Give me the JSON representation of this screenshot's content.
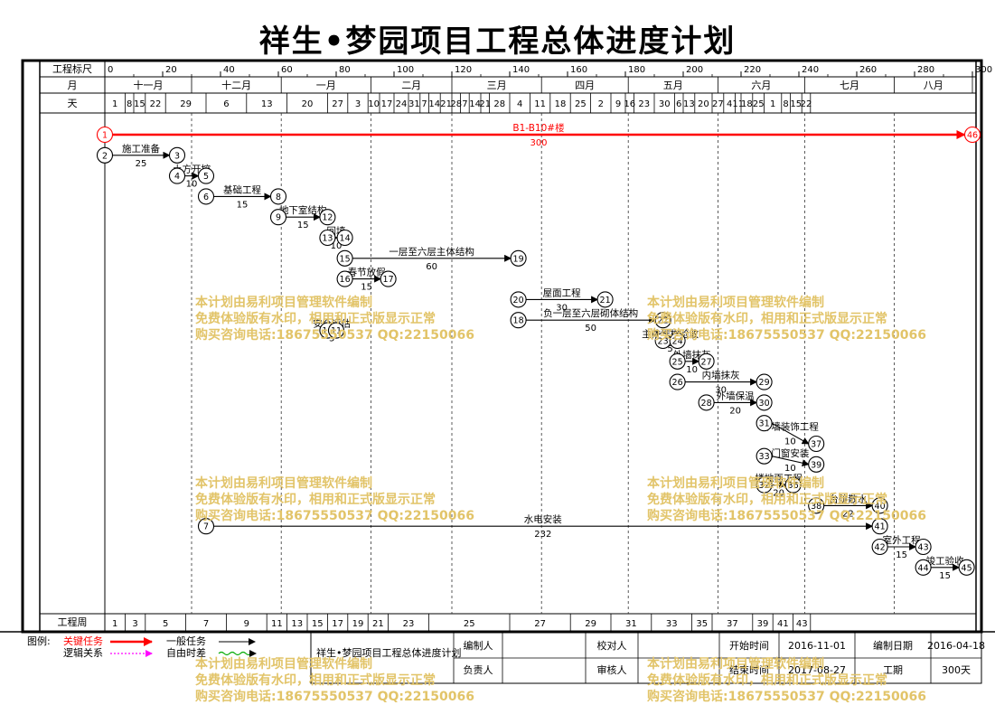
{
  "title": "祥生•梦园项目工程总体进度计划",
  "header": {
    "scale_label": "工程标尺",
    "month_label": "月",
    "day_label": "天",
    "week_label": "工程周",
    "scale_ticks": [
      {
        "d": 0,
        "t": "0"
      },
      {
        "d": 20,
        "t": "20"
      },
      {
        "d": 40,
        "t": "40"
      },
      {
        "d": 60,
        "t": "60"
      },
      {
        "d": 80,
        "t": "80"
      },
      {
        "d": 100,
        "t": "100"
      },
      {
        "d": 120,
        "t": "120"
      },
      {
        "d": 140,
        "t": "140"
      },
      {
        "d": 160,
        "t": "160"
      },
      {
        "d": 180,
        "t": "180"
      },
      {
        "d": 200,
        "t": "200"
      },
      {
        "d": 220,
        "t": "220"
      },
      {
        "d": 240,
        "t": "240"
      },
      {
        "d": 260,
        "t": "260"
      },
      {
        "d": 280,
        "t": "280"
      },
      {
        "d": 300,
        "t": "300"
      }
    ],
    "months": [
      {
        "label": "十一月",
        "start": 0,
        "end": 30
      },
      {
        "label": "十二月",
        "start": 30,
        "end": 61
      },
      {
        "label": "一月",
        "start": 61,
        "end": 92
      },
      {
        "label": "二月",
        "start": 92,
        "end": 120
      },
      {
        "label": "三月",
        "start": 120,
        "end": 151
      },
      {
        "label": "四月",
        "start": 151,
        "end": 181
      },
      {
        "label": "五月",
        "start": 181,
        "end": 212
      },
      {
        "label": "六月",
        "start": 212,
        "end": 242
      },
      {
        "label": "七月",
        "start": 242,
        "end": 273
      },
      {
        "label": "八月",
        "start": 273,
        "end": 300
      }
    ],
    "days": [
      {
        "label": "1",
        "start": 0,
        "end": 7
      },
      {
        "label": "8",
        "start": 7,
        "end": 10
      },
      {
        "label": "15",
        "start": 10,
        "end": 14
      },
      {
        "label": "22",
        "start": 14,
        "end": 21
      },
      {
        "label": "29",
        "start": 21,
        "end": 35
      },
      {
        "label": "6",
        "start": 35,
        "end": 49
      },
      {
        "label": "13",
        "start": 49,
        "end": 63
      },
      {
        "label": "20",
        "start": 63,
        "end": 77
      },
      {
        "label": "27",
        "start": 77,
        "end": 84
      },
      {
        "label": "3",
        "start": 84,
        "end": 91
      },
      {
        "label": "10",
        "start": 91,
        "end": 95
      },
      {
        "label": "17",
        "start": 95,
        "end": 100
      },
      {
        "label": "24",
        "start": 100,
        "end": 105
      },
      {
        "label": "31",
        "start": 105,
        "end": 109
      },
      {
        "label": "7",
        "start": 109,
        "end": 112
      },
      {
        "label": "14",
        "start": 112,
        "end": 116
      },
      {
        "label": "21",
        "start": 116,
        "end": 120
      },
      {
        "label": "28",
        "start": 120,
        "end": 123
      },
      {
        "label": "7",
        "start": 123,
        "end": 126
      },
      {
        "label": "14",
        "start": 126,
        "end": 130
      },
      {
        "label": "21",
        "start": 130,
        "end": 133
      },
      {
        "label": "28",
        "start": 133,
        "end": 140
      },
      {
        "label": "4",
        "start": 140,
        "end": 147
      },
      {
        "label": "11",
        "start": 147,
        "end": 154
      },
      {
        "label": "18",
        "start": 154,
        "end": 161
      },
      {
        "label": "25",
        "start": 161,
        "end": 168
      },
      {
        "label": "2",
        "start": 168,
        "end": 175
      },
      {
        "label": "9",
        "start": 175,
        "end": 180
      },
      {
        "label": "16",
        "start": 180,
        "end": 183
      },
      {
        "label": "23",
        "start": 183,
        "end": 190
      },
      {
        "label": "30",
        "start": 190,
        "end": 197
      },
      {
        "label": "6",
        "start": 197,
        "end": 200
      },
      {
        "label": "13",
        "start": 200,
        "end": 204
      },
      {
        "label": "20",
        "start": 204,
        "end": 210
      },
      {
        "label": "27",
        "start": 210,
        "end": 214
      },
      {
        "label": "4",
        "start": 214,
        "end": 218
      },
      {
        "label": "11",
        "start": 218,
        "end": 220
      },
      {
        "label": "18",
        "start": 220,
        "end": 224
      },
      {
        "label": "25",
        "start": 224,
        "end": 228
      },
      {
        "label": "1",
        "start": 228,
        "end": 234
      },
      {
        "label": "8",
        "start": 234,
        "end": 237
      },
      {
        "label": "15",
        "start": 237,
        "end": 241
      },
      {
        "label": "22",
        "start": 241,
        "end": 244
      }
    ],
    "weeks": [
      {
        "label": "1",
        "start": 0,
        "end": 7
      },
      {
        "label": "3",
        "start": 7,
        "end": 14
      },
      {
        "label": "5",
        "start": 14,
        "end": 28
      },
      {
        "label": "7",
        "start": 28,
        "end": 42
      },
      {
        "label": "9",
        "start": 42,
        "end": 56
      },
      {
        "label": "11",
        "start": 56,
        "end": 63
      },
      {
        "label": "13",
        "start": 63,
        "end": 70
      },
      {
        "label": "15",
        "start": 70,
        "end": 77
      },
      {
        "label": "17",
        "start": 77,
        "end": 84
      },
      {
        "label": "19",
        "start": 84,
        "end": 91
      },
      {
        "label": "21",
        "start": 91,
        "end": 98
      },
      {
        "label": "23",
        "start": 98,
        "end": 112
      },
      {
        "label": "25",
        "start": 112,
        "end": 140
      },
      {
        "label": "27",
        "start": 140,
        "end": 161
      },
      {
        "label": "29",
        "start": 161,
        "end": 175
      },
      {
        "label": "31",
        "start": 175,
        "end": 189
      },
      {
        "label": "33",
        "start": 189,
        "end": 203
      },
      {
        "label": "35",
        "start": 203,
        "end": 210
      },
      {
        "label": "37",
        "start": 210,
        "end": 224
      },
      {
        "label": "39",
        "start": 224,
        "end": 231
      },
      {
        "label": "41",
        "start": 231,
        "end": 238
      },
      {
        "label": "43",
        "start": 238,
        "end": 244
      }
    ]
  },
  "nodes": [
    {
      "id": "1",
      "d": 0,
      "row": 1,
      "critical": true
    },
    {
      "id": "2",
      "d": 0,
      "row": 2
    },
    {
      "id": "3",
      "d": 25,
      "row": 2
    },
    {
      "id": "4",
      "d": 25,
      "row": 3
    },
    {
      "id": "5",
      "d": 35,
      "row": 3
    },
    {
      "id": "6",
      "d": 35,
      "row": 4
    },
    {
      "id": "8",
      "d": 60,
      "row": 4
    },
    {
      "id": "9",
      "d": 60,
      "row": 5
    },
    {
      "id": "12",
      "d": 77,
      "row": 5
    },
    {
      "id": "13",
      "d": 77,
      "row": 6
    },
    {
      "id": "14",
      "d": 83,
      "row": 6
    },
    {
      "id": "15",
      "d": 83,
      "row": 7
    },
    {
      "id": "19",
      "d": 143,
      "row": 7
    },
    {
      "id": "16",
      "d": 83,
      "row": 8
    },
    {
      "id": "17",
      "d": 98,
      "row": 8
    },
    {
      "id": "10",
      "d": 77,
      "row": 10.5
    },
    {
      "id": "11",
      "d": 80,
      "row": 10.5
    },
    {
      "id": "20",
      "d": 143,
      "row": 9
    },
    {
      "id": "21",
      "d": 173,
      "row": 9
    },
    {
      "id": "18",
      "d": 143,
      "row": 10
    },
    {
      "id": "22",
      "d": 193,
      "row": 10
    },
    {
      "id": "23",
      "d": 193,
      "row": 11
    },
    {
      "id": "24",
      "d": 198,
      "row": 11
    },
    {
      "id": "25",
      "d": 198,
      "row": 12
    },
    {
      "id": "27",
      "d": 208,
      "row": 12
    },
    {
      "id": "26",
      "d": 198,
      "row": 13
    },
    {
      "id": "29",
      "d": 228,
      "row": 13
    },
    {
      "id": "28",
      "d": 208,
      "row": 14
    },
    {
      "id": "30",
      "d": 228,
      "row": 14
    },
    {
      "id": "31",
      "d": 228,
      "row": 15
    },
    {
      "id": "37",
      "d": 246,
      "row": 16
    },
    {
      "id": "33",
      "d": 228,
      "row": 16.6
    },
    {
      "id": "39",
      "d": 246,
      "row": 17
    },
    {
      "id": "32",
      "d": 228,
      "row": 18
    },
    {
      "id": "36",
      "d": 238,
      "row": 18
    },
    {
      "id": "38",
      "d": 246,
      "row": 19
    },
    {
      "id": "40",
      "d": 268,
      "row": 19
    },
    {
      "id": "7",
      "d": 35,
      "row": 20
    },
    {
      "id": "41",
      "d": 268,
      "row": 20
    },
    {
      "id": "42",
      "d": 268,
      "row": 21
    },
    {
      "id": "43",
      "d": 283,
      "row": 21
    },
    {
      "id": "44",
      "d": 283,
      "row": 22
    },
    {
      "id": "45",
      "d": 298,
      "row": 22
    },
    {
      "id": "46",
      "d": 300,
      "row": 1,
      "critical": true
    }
  ],
  "activities": [
    {
      "from": "1",
      "to": "46",
      "name": "B1-B10#楼",
      "dur": "300",
      "critical": true
    },
    {
      "from": "2",
      "to": "3",
      "name": "施工准备",
      "dur": "25"
    },
    {
      "from": "4",
      "to": "5",
      "name": "土方开挖",
      "dur": "10"
    },
    {
      "from": "6",
      "to": "8",
      "name": "基础工程",
      "dur": "15"
    },
    {
      "from": "9",
      "to": "12",
      "name": "地下室结构",
      "dur": "15"
    },
    {
      "from": "13",
      "to": "14",
      "name": "回填",
      "dur": "10"
    },
    {
      "from": "15",
      "to": "19",
      "name": "一层至六层主体结构",
      "dur": "60"
    },
    {
      "from": "16",
      "to": "17",
      "name": "春节放假",
      "dur": "15"
    },
    {
      "from": "10",
      "to": "11",
      "name": "安全评估",
      "dur": "3"
    },
    {
      "from": "20",
      "to": "21",
      "name": "屋面工程",
      "dur": "30"
    },
    {
      "from": "18",
      "to": "22",
      "name": "负一层至六层砌体结构",
      "dur": "50"
    },
    {
      "from": "23",
      "to": "24",
      "name": "主体结构验收",
      "dur": "5"
    },
    {
      "from": "25",
      "to": "27",
      "name": "外墙抹灰",
      "dur": "10"
    },
    {
      "from": "26",
      "to": "29",
      "name": "内墙抹灰",
      "dur": "30"
    },
    {
      "from": "28",
      "to": "30",
      "name": "外墙保温",
      "dur": "20"
    },
    {
      "from": "31",
      "to": "37",
      "name": "外墙装饰工程",
      "dur": "10"
    },
    {
      "from": "33",
      "to": "39",
      "name": "门窗安装",
      "dur": "10"
    },
    {
      "from": "32",
      "to": "36",
      "name": "楼地面工程",
      "dur": "20"
    },
    {
      "from": "38",
      "to": "40",
      "name": "台阶散水",
      "dur": "22"
    },
    {
      "from": "7",
      "to": "41",
      "name": "水电安装",
      "dur": "232"
    },
    {
      "from": "42",
      "to": "43",
      "name": "室外工程",
      "dur": "15"
    },
    {
      "from": "44",
      "to": "45",
      "name": "竣工验收",
      "dur": "15"
    }
  ],
  "legend": {
    "label": "图例:",
    "critical": "关键任务",
    "normal": "一般任务",
    "logic": "逻辑关系",
    "float": "自由时差"
  },
  "footer": {
    "project": "祥生•梦园项目工程总体进度计划",
    "compiler_label": "编制人",
    "checker_label": "校对人",
    "owner_label": "负责人",
    "reviewer_label": "审核人",
    "start_label": "开始时间",
    "start_value": "2016-11-01",
    "end_label": "结束时间",
    "end_value": "2017-08-27",
    "date_label": "编制日期",
    "date_value": "2016-04-18",
    "duration_label": "工期",
    "duration_value": "300天"
  },
  "watermark": {
    "line1": "本计划由易利项目管理软件编制",
    "line2": "免费体验版有水印，相用和正式版显示正常",
    "line3": "购买咨询电话:18675550537 QQ:22150066"
  },
  "colors": {
    "critical": "#ff0000",
    "normal": "#000000",
    "logic": "#ff00ff",
    "float": "#00aa00",
    "watermark": "#e2c469"
  }
}
